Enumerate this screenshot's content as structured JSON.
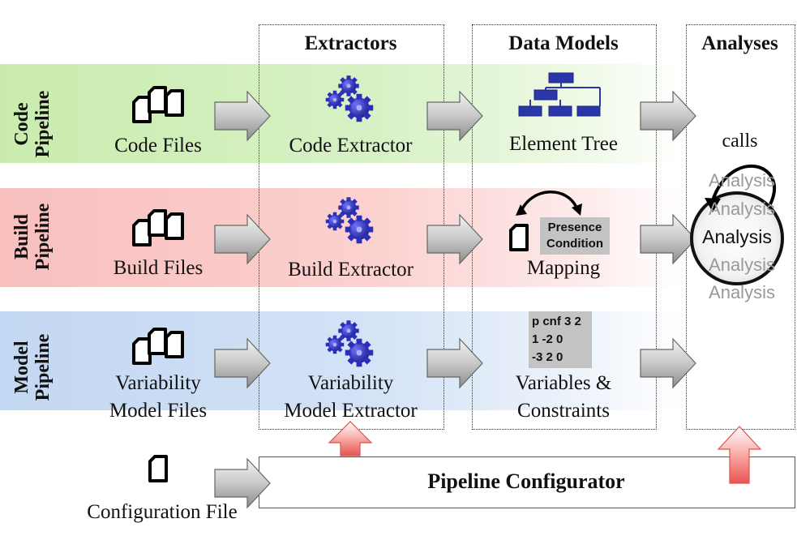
{
  "columns": {
    "extractors": "Extractors",
    "data_models": "Data Models",
    "analyses": "Analyses"
  },
  "pipelines": {
    "code": {
      "label_line1": "Code",
      "label_line2": "Pipeline",
      "input": "Code Files",
      "extractor": "Code Extractor",
      "model": "Element Tree"
    },
    "build": {
      "label_line1": "Build",
      "label_line2": "Pipeline",
      "input": "Build Files",
      "extractor": "Build Extractor",
      "model": "Mapping"
    },
    "model": {
      "label_line1": "Model",
      "label_line2": "Pipeline",
      "input_line1": "Variability",
      "input_line2": "Model Files",
      "extractor_line1": "Variability",
      "extractor_line2": "Model Extractor",
      "model_line1": "Variables &",
      "model_line2": "Constraints"
    }
  },
  "presence_condition": {
    "line1": "Presence",
    "line2": "Condition"
  },
  "cnf": [
    "p cnf 3 2",
    "1 -2 0",
    "-3 2 0"
  ],
  "analysis": {
    "calls": "calls",
    "main": "Analysis",
    "stack": [
      "Analysis",
      "Analysis",
      "Analysis",
      "Analysis"
    ]
  },
  "configuration_file": "Configuration File",
  "configurator": "Pipeline Configurator",
  "colors": {
    "code_band": "#c9ecae",
    "build_band": "#f8bfbd",
    "model_band": "#c2d7f1",
    "gear": "#2b2fb8",
    "tree": "#2b37a8",
    "config_arrow": "#e8544f"
  }
}
